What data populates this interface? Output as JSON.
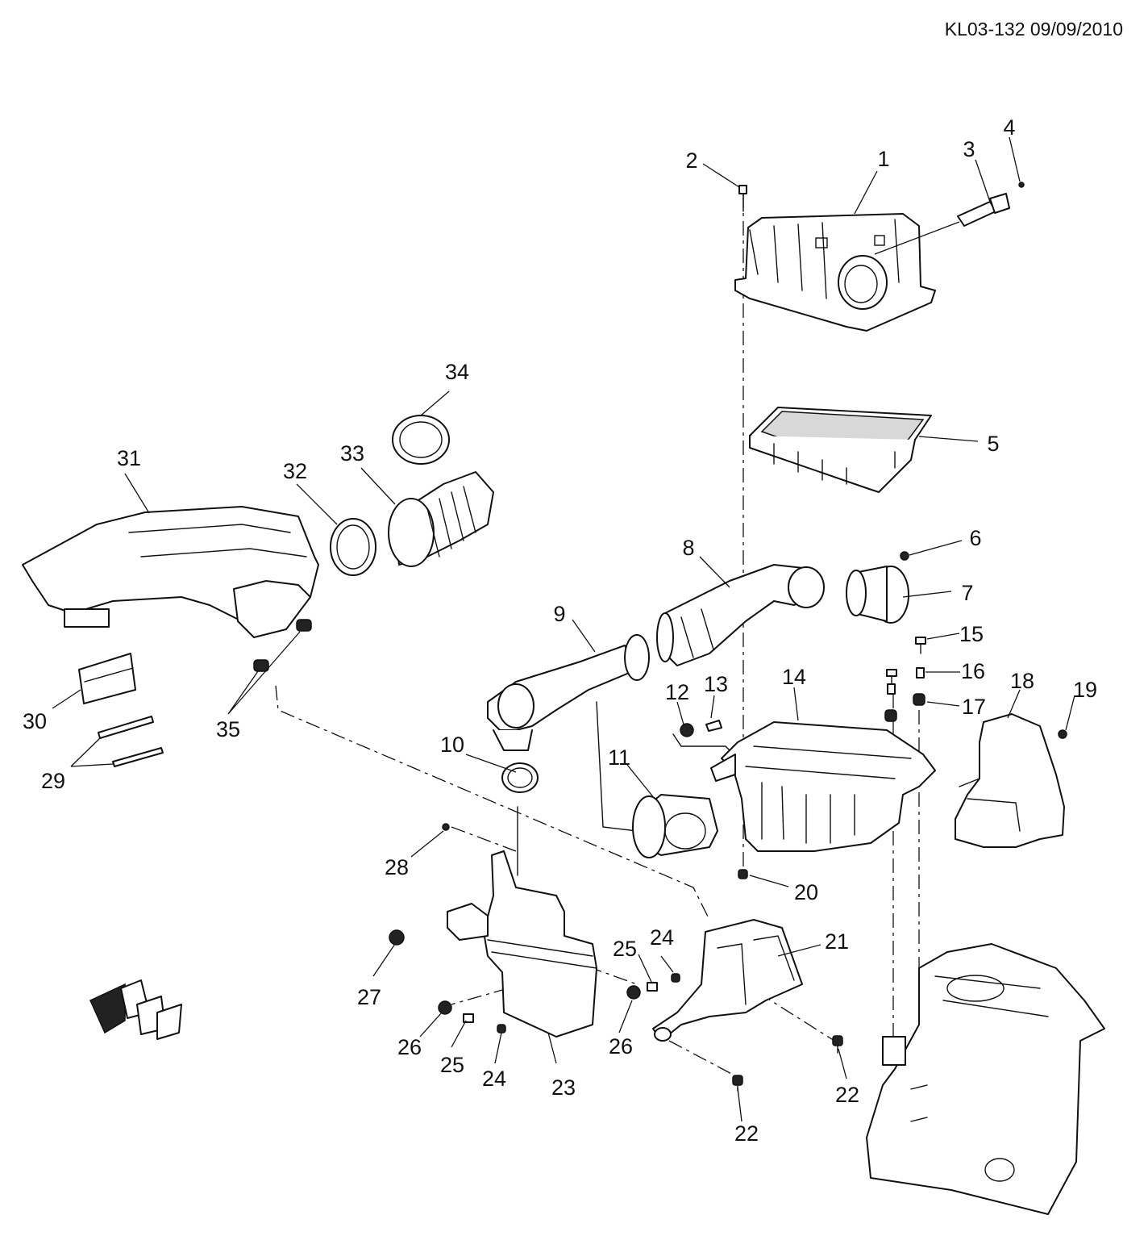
{
  "header": {
    "ref_code": "KL03-132 09/09/2010"
  },
  "callouts": [
    "1",
    "2",
    "3",
    "4",
    "5",
    "6",
    "7",
    "8",
    "9",
    "10",
    "11",
    "12",
    "13",
    "14",
    "15",
    "16",
    "17",
    "18",
    "19",
    "20",
    "21",
    "22",
    "22",
    "23",
    "24",
    "24",
    "25",
    "25",
    "26",
    "26",
    "27",
    "28",
    "29",
    "30",
    "31",
    "32",
    "33",
    "34",
    "35"
  ]
}
